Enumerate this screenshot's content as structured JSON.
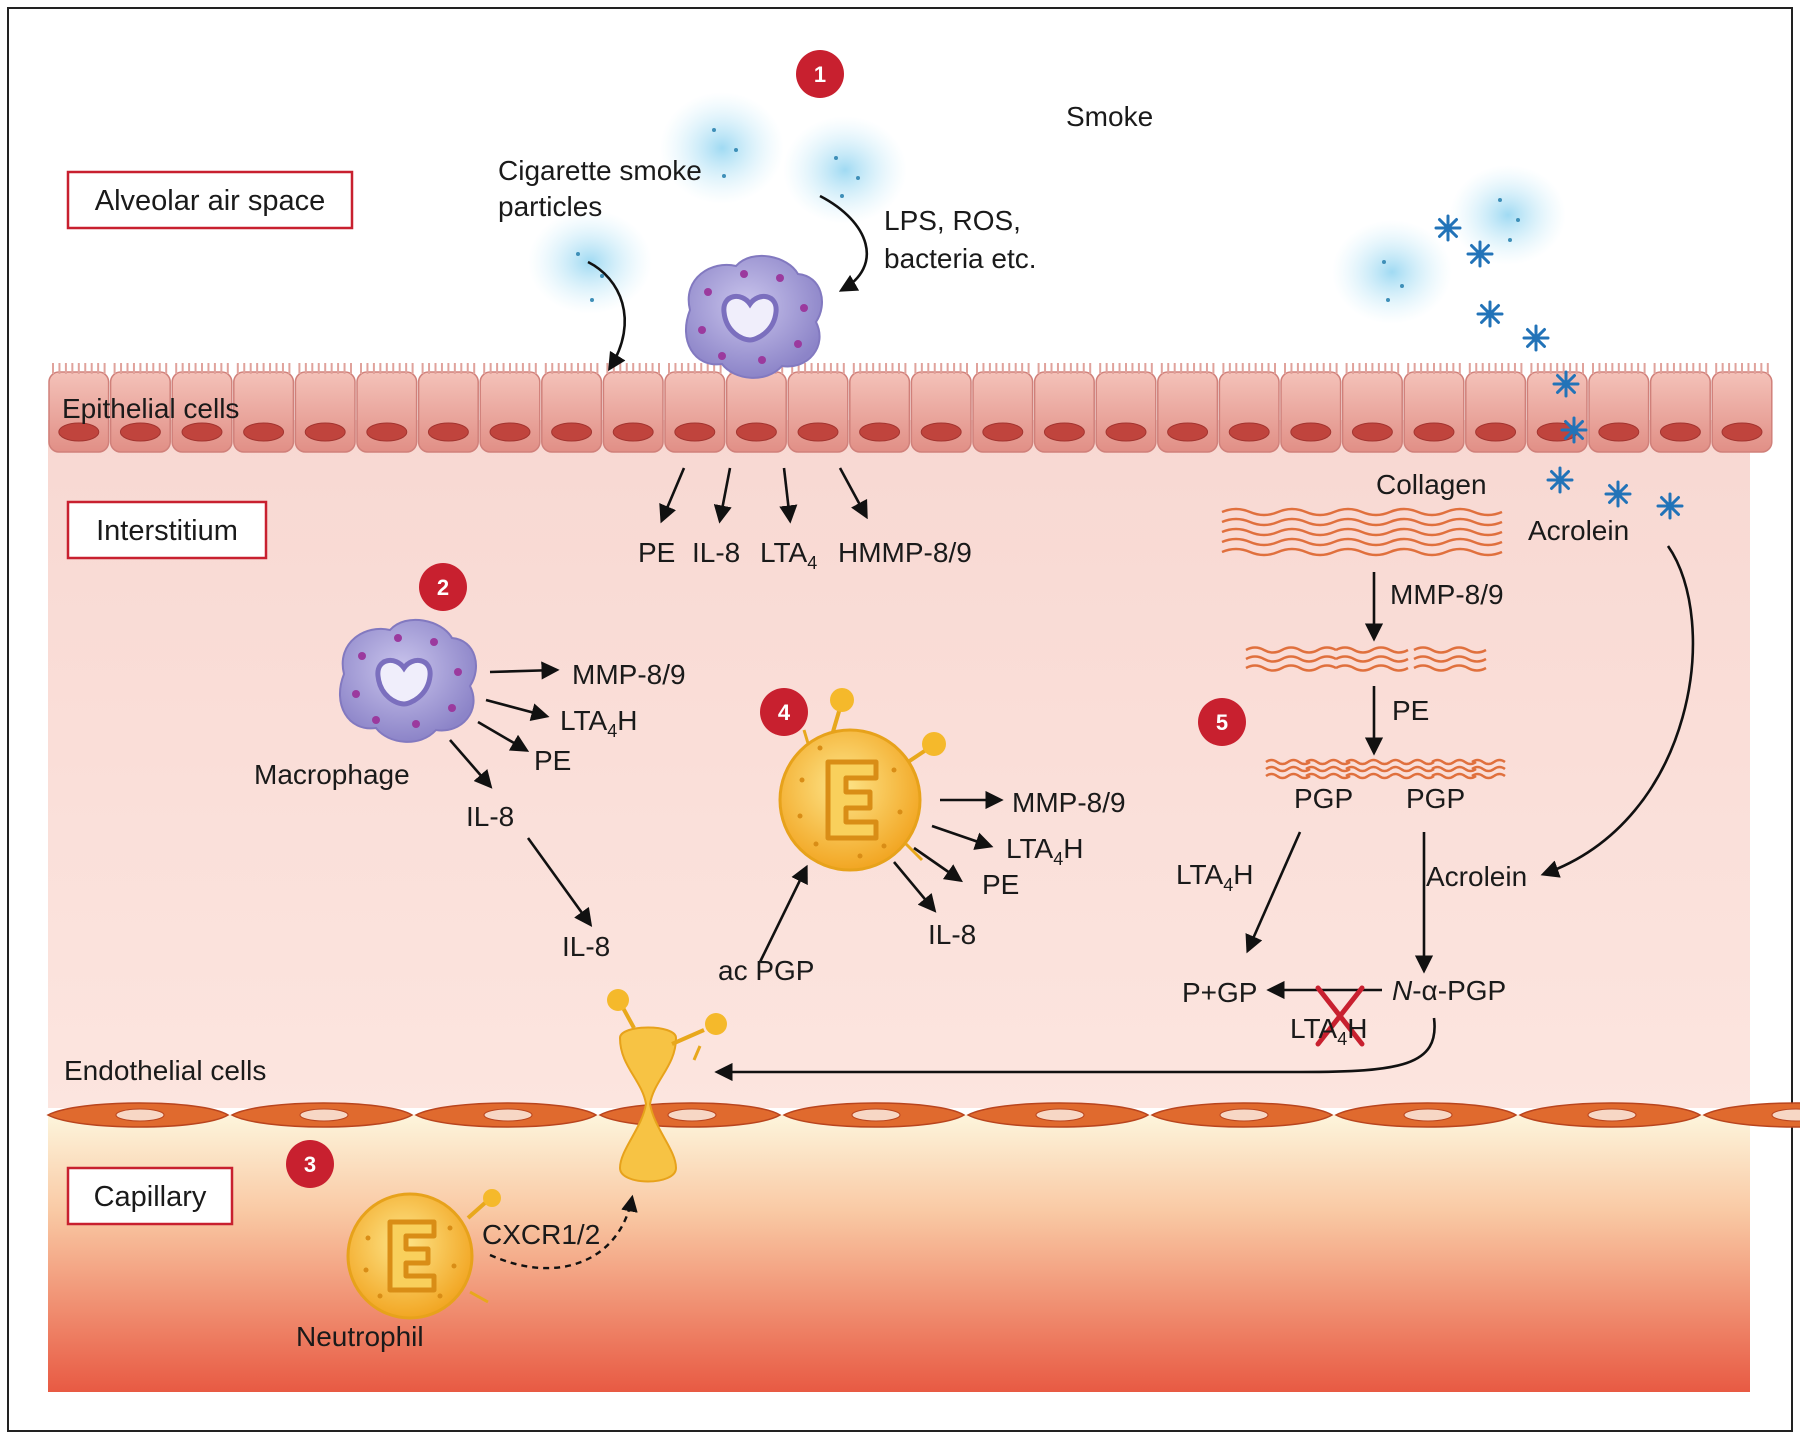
{
  "regions": {
    "alveolar": "Alveolar air space",
    "interstitium": "Interstitium",
    "capillary": "Capillary"
  },
  "layer_labels": {
    "epithelial": "Epithelial cells",
    "endothelial": "Endothelial cells"
  },
  "badges": [
    "1",
    "2",
    "3",
    "4",
    "5"
  ],
  "step1": {
    "smoke": "Smoke",
    "particles_line1": "Cigarette smoke",
    "particles_line2": "particles",
    "lps_line1": "LPS, ROS,",
    "lps_line2": "bacteria etc.",
    "epi_products": [
      "PE",
      "IL-8",
      "LTA",
      "4",
      "HMMP-8/9"
    ]
  },
  "step2": {
    "cell_label": "Macrophage",
    "mmp": "MMP-8/9",
    "lta": "LTA",
    "lta_sub": "4",
    "lta_h": "H",
    "pe": "PE",
    "il8_a": "IL-8",
    "il8_b": "IL-8"
  },
  "step3": {
    "cell_label": "Neutrophil",
    "receptor": "CXCR1/2"
  },
  "step4": {
    "mmp": "MMP-8/9",
    "lta": "LTA",
    "lta_sub": "4",
    "lta_h": "H",
    "pe": "PE",
    "il8": "IL-8",
    "acpgp": "ac PGP"
  },
  "step5": {
    "collagen": "Collagen",
    "mmp": "MMP-8/9",
    "pe": "PE",
    "pgp_a": "PGP",
    "pgp_b": "PGP",
    "acrolein_top": "Acrolein",
    "acrolein_mid": "Acrolein",
    "lta": "LTA",
    "lta_sub": "4",
    "lta_h": "H",
    "pgp_product": "P+GP",
    "napgp_n": "N",
    "napgp_rest": "-α-PGP",
    "blocked_lta": "LTA",
    "blocked_sub": "4",
    "blocked_h": "H"
  },
  "colors": {
    "badge": "#c8202f",
    "epithelium": "#e69a94",
    "interstitium": "#fbe1dc",
    "capillary_top": "#fdf2d6",
    "capillary_bottom": "#ea5c45",
    "macrophage": "#aaa3d8",
    "neutrophil": "#f5b92b",
    "smoke": "#a6ddf4",
    "acrolein_star": "#2273b8",
    "collagen": "#e0703d",
    "box_border": "#c8202f"
  }
}
